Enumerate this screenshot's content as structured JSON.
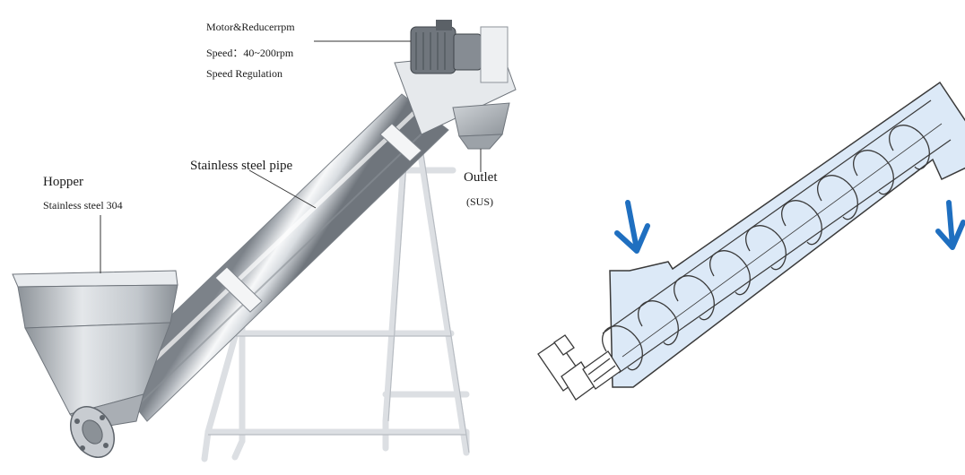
{
  "photo": {
    "labels": {
      "motor_title": "Motor&Reducerrpm",
      "motor_speed": "Speed：40~200rpm",
      "motor_regulation": "Speed Regulation",
      "hopper_title": "Hopper",
      "hopper_material": "Stainless steel 304",
      "pipe": "Stainless steel pipe",
      "outlet_title": "Outlet",
      "outlet_material": "(SUS)"
    }
  },
  "colors": {
    "steel_light": "#eef0f2",
    "steel_mid": "#b9bec4",
    "steel_dark": "#6f757c",
    "frame": "#f2f3f5",
    "diagram_fill": "#dce9f7",
    "diagram_line": "#3a3a3a",
    "arrow_blue": "#1f6fc0"
  }
}
